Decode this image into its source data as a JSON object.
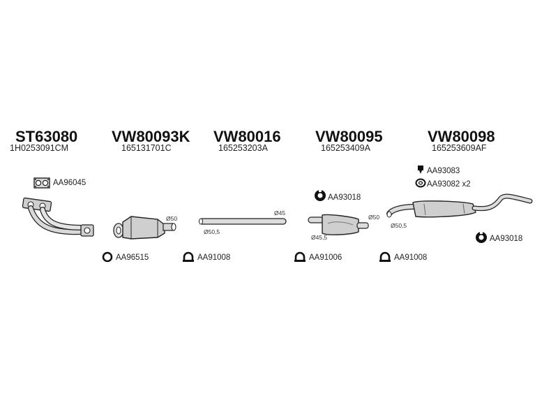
{
  "part_groups": [
    {
      "code": "ST63080",
      "oem": "1H0253091CM"
    },
    {
      "code": "VW80093K",
      "oem": "165131701C"
    },
    {
      "code": "VW80016",
      "oem": "165253203A"
    },
    {
      "code": "VW80095",
      "oem": "165253409A"
    },
    {
      "code": "VW80098",
      "oem": "165253609AF"
    }
  ],
  "accessories": {
    "gasket": "AA96045",
    "ring": "AA96515",
    "clamp1": "AA91008",
    "rubber_mount_mid": "AA93018",
    "clamp2": "AA91006",
    "clamp3": "AA91008",
    "bolt": "AA93083",
    "hanger": "AA93082 x2",
    "rubber_mount_rear": "AA93018"
  },
  "dimensions": {
    "cat_out": "Ø50",
    "pipe_end": "Ø45",
    "pipe_start": "Ø50,5",
    "mid_out": "Ø50",
    "mid_in": "Ø45,5",
    "rear_in": "Ø50,5"
  }
}
